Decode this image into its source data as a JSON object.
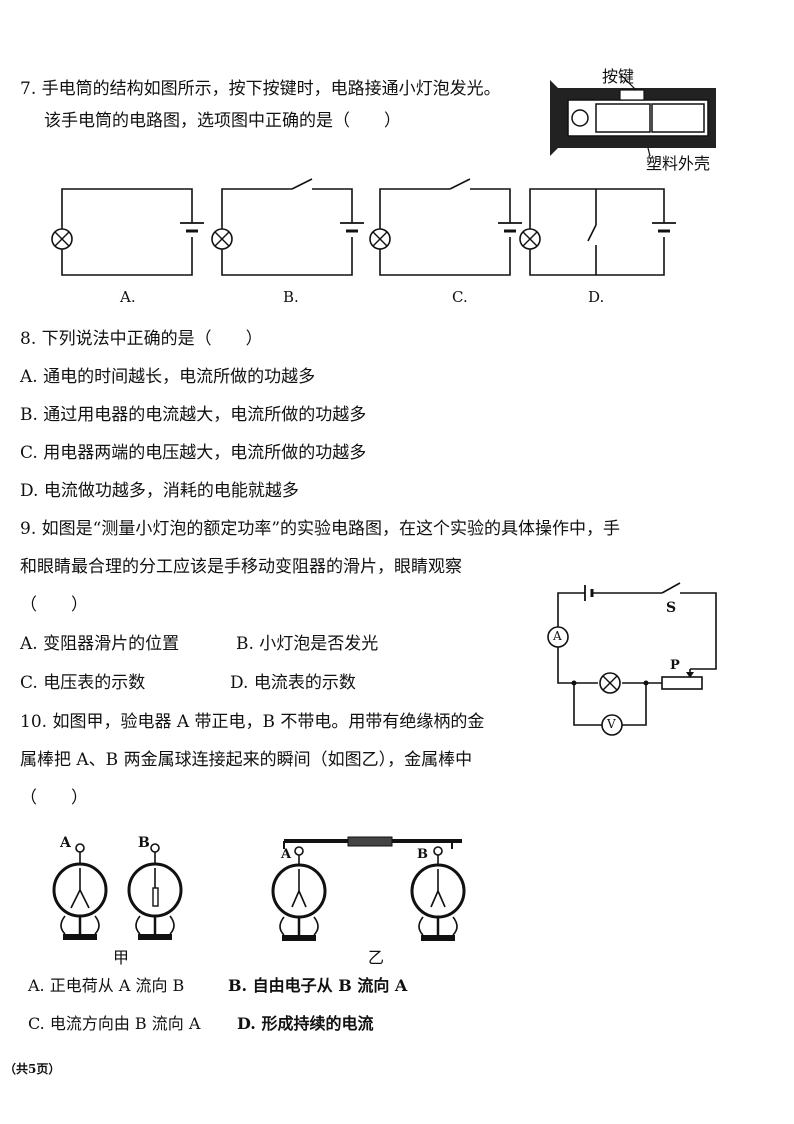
{
  "q7": {
    "line1": "7. 手电筒的结构如图所示，按下按键时，电路接通小灯泡发光。",
    "line2": "该手电筒的电路图，选项图中正确的是（　　）",
    "figure_labels": {
      "button": "按键",
      "shell": "塑料外壳"
    },
    "options": [
      "A.",
      "B.",
      "C.",
      "D."
    ]
  },
  "q8": {
    "stem": "8. 下列说法中正确的是（　　）",
    "options": [
      "A. 通电的时间越长，电流所做的功越多",
      "B. 通过用电器的电流越大，电流所做的功越多",
      "C. 用电器两端的电压越大，电流所做的功越多",
      "D. 电流做功越多，消耗的电能就越多"
    ]
  },
  "q9": {
    "line1": "9. 如图是“测量小灯泡的额定功率”的实验电路图，在这个实验的具体操作中，手",
    "line2": "和眼睛最合理的分工应该是手移动变阻器的滑片，眼睛观察",
    "blank": "（　　）",
    "opt_a": "A. 变阻器滑片的位置",
    "opt_b": "B. 小灯泡是否发光",
    "opt_c": "C. 电压表的示数",
    "opt_d": "D. 电流表的示数",
    "circuit_labels": {
      "switch": "S",
      "ammeter": "A",
      "voltmeter": "V",
      "slider": "P"
    }
  },
  "q10": {
    "line1": "10. 如图甲，验电器 A 带正电，B 不带电。用带有绝缘柄的金",
    "line2": "属棒把 A、B 两金属球连接起来的瞬间（如图乙），金属棒中",
    "blank": "（　　）",
    "figure_labels": {
      "a": "A",
      "b": "B",
      "jia": "甲",
      "yi": "乙"
    },
    "opt_a": "A. 正电荷从 A 流向 B",
    "opt_b": "B. 自由电子从 B 流向 A",
    "opt_c": "C. 电流方向由 B 流向 A",
    "opt_d": "D. 形成持续的电流"
  },
  "footer": "（共5页）"
}
